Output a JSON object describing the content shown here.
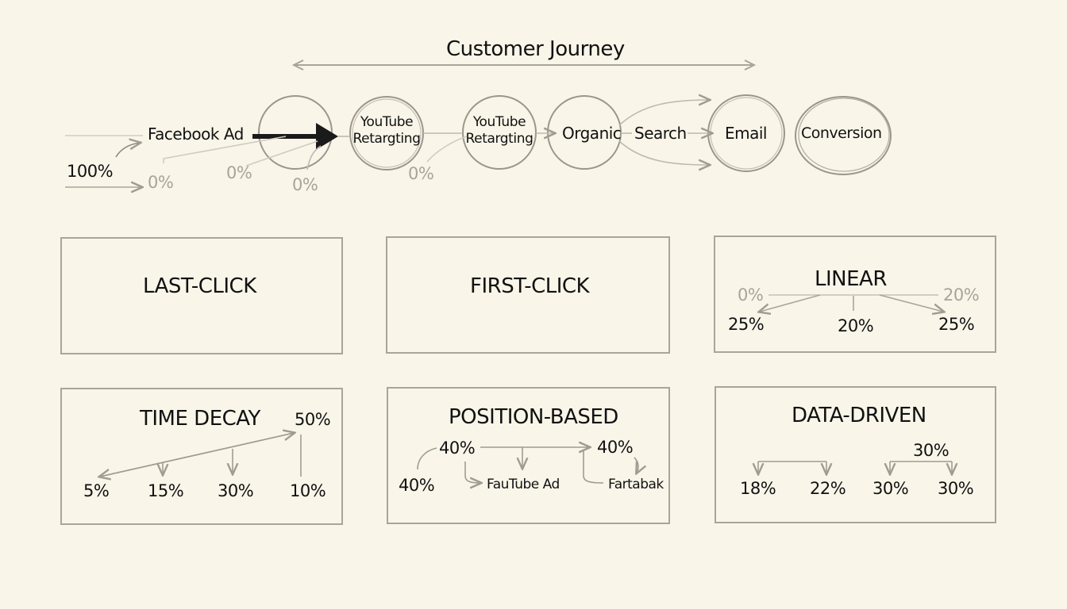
{
  "journey": {
    "title": "Customer Journey",
    "touchpoints": [
      {
        "label": "Facebook Ad"
      },
      {
        "label_line1": "YouTube",
        "label_line2": "Retargting"
      },
      {
        "label_line1": "YouTube",
        "label_line2": "Retargting"
      },
      {
        "label": "Organic"
      },
      {
        "label": "Search"
      },
      {
        "label": "Email"
      },
      {
        "label": "Conversion"
      }
    ],
    "percentages": {
      "start": "100%",
      "p1": "0%",
      "p2": "0%",
      "p3": "0%",
      "p4": "0%"
    }
  },
  "models": {
    "last_click": {
      "title": "LAST-CLICK"
    },
    "first_click": {
      "title": "FIRST-CLICK"
    },
    "linear": {
      "title": "LINEAR",
      "top_left": "0%",
      "top_right": "20%",
      "bottom": [
        "25%",
        "20%",
        "25%"
      ]
    },
    "time_decay": {
      "title": "TIME DECAY",
      "peak": "50%",
      "bottom": [
        "5%",
        "15%",
        "30%",
        "10%"
      ]
    },
    "position_based": {
      "title": "POSITION-BASED",
      "left_top": "40%",
      "right_top": "40%",
      "left_bottom": "40%",
      "label_mid": "FauTube Ad",
      "label_right": "Fartabak"
    },
    "data_driven": {
      "title": "DATA-DRIVEN",
      "top": "30%",
      "bottom": [
        "18%",
        "22%",
        "30%",
        "30%"
      ]
    }
  },
  "colors": {
    "background": "#f9f5e9",
    "ink": "#111111",
    "pencil": "#a9a59b",
    "faint_text": "#a8a49a"
  }
}
